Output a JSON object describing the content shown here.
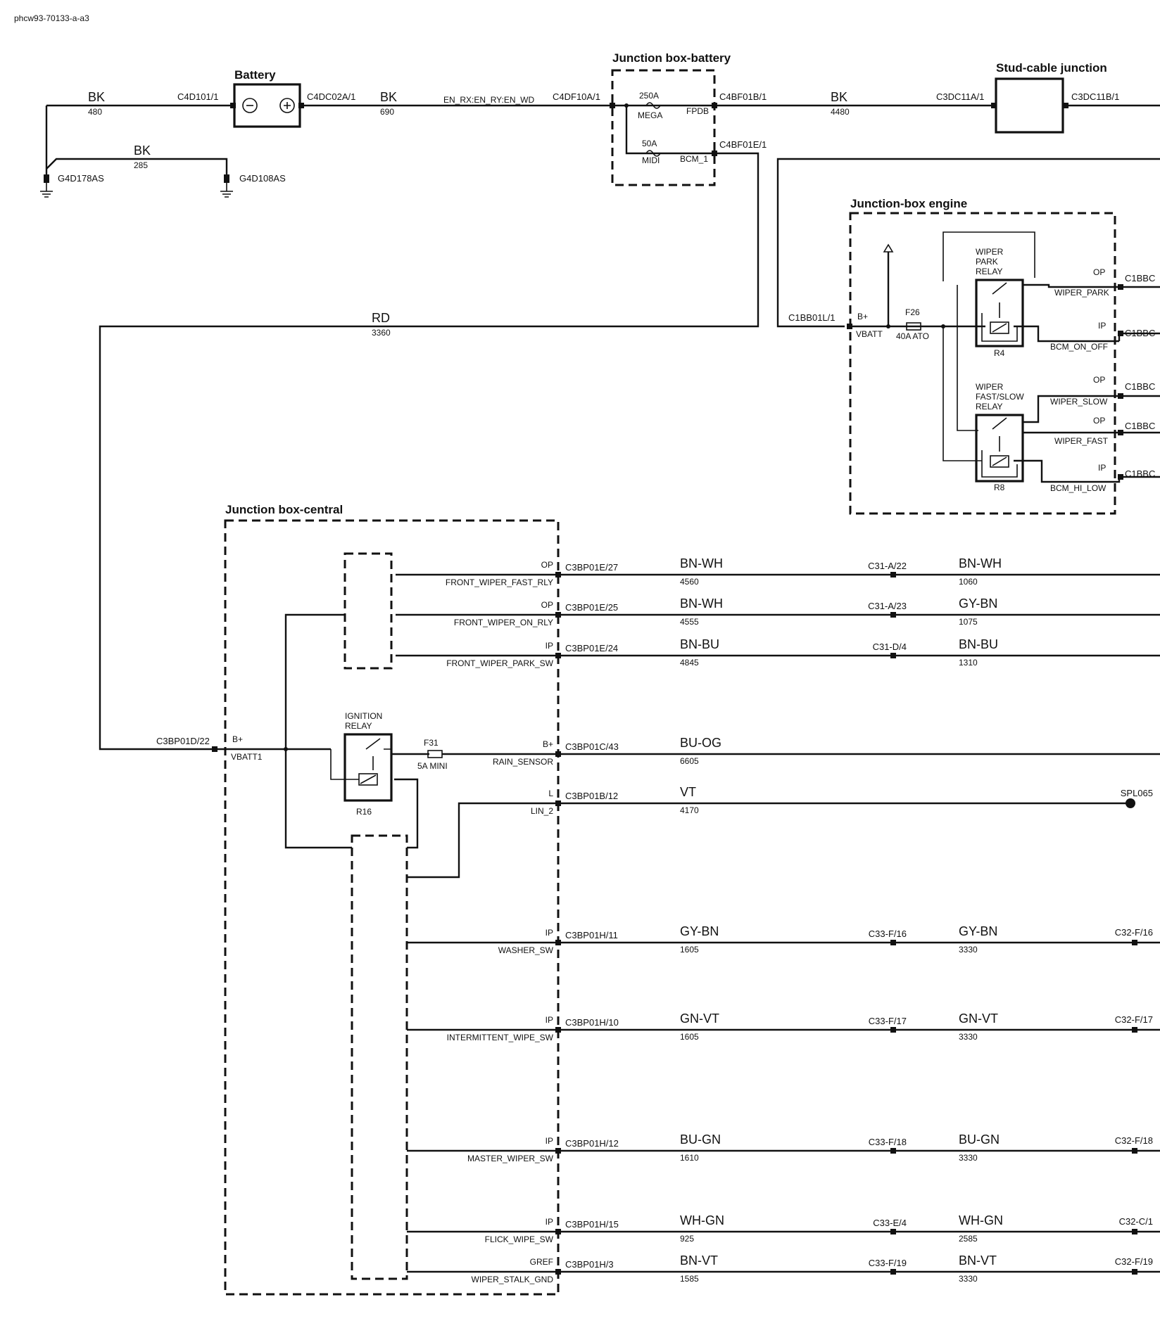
{
  "doc_id": "phcw93-70133-a-a3",
  "titles": {
    "battery": "Battery",
    "jb_battery": "Junction box-battery",
    "stud": "Stud-cable junction",
    "jb_engine": "Junction-box engine",
    "jb_central": "Junction box-central"
  },
  "top": {
    "w480_color": "BK",
    "w480_num": "480",
    "c4d101": "C4D101/1",
    "c4dc02a": "C4DC02A/1",
    "w690_color": "BK",
    "w690_num": "690",
    "en_rx": "EN_RX:EN_RY:EN_WD",
    "c4df10a": "C4DF10A/1",
    "fuse250_val": "250A",
    "fuse250_type": "MEGA",
    "fpdb": "FPDB",
    "fuse50_val": "50A",
    "fuse50_type": "MIDI",
    "bcm1": "BCM_1",
    "c4bf01b": "C4BF01B/1",
    "c4bf01e": "C4BF01E/1",
    "w4480_color": "BK",
    "w4480_num": "4480",
    "c3dc11a": "C3DC11A/1",
    "c3dc11b": "C3DC11B/1",
    "w285_color": "BK",
    "w285_num": "285",
    "g4d178": "G4D178AS",
    "g4d108": "G4D108AS",
    "w3360_color": "RD",
    "w3360_num": "3360"
  },
  "engine": {
    "c1bb01l": "C1BB01L/1",
    "bplus": "B+",
    "vbatt": "VBATT",
    "f26": "F26",
    "f26_val": "40A ATO",
    "park_relay_line1": "WIPER",
    "park_relay_line2": "PARK",
    "park_relay_line3": "RELAY",
    "r4": "R4",
    "fs_relay_line1": "WIPER",
    "fs_relay_line2": "FAST/SLOW",
    "fs_relay_line3": "RELAY",
    "r8": "R8",
    "pins": [
      {
        "dir": "OP",
        "signal": "WIPER_PARK",
        "conn": "C1BBC"
      },
      {
        "dir": "IP",
        "signal": "BCM_ON_OFF",
        "conn": "C1BBC"
      },
      {
        "dir": "OP",
        "signal": "WIPER_SLOW",
        "conn": "C1BBC"
      },
      {
        "dir": "OP",
        "signal": "WIPER_FAST",
        "conn": "C1BBC"
      },
      {
        "dir": "IP",
        "signal": "BCM_HI_LOW",
        "conn": "C1BBC"
      }
    ]
  },
  "central": {
    "c3bp01d": "C3BP01D/22",
    "bplus": "B+",
    "vbatt1": "VBATT1",
    "ign_line1": "IGNITION",
    "ign_line2": "RELAY",
    "r16": "R16",
    "f31": "F31",
    "f31_val": "5A MINI",
    "spl": "SPL065",
    "rows": [
      {
        "dir": "OP",
        "signal": "FRONT_WIPER_FAST_RLY",
        "conn": "C3BP01E/27",
        "c1": "BN-WH",
        "n1": "4560",
        "inline": "C31-A/22",
        "c2": "BN-WH",
        "n2": "1060",
        "end": ""
      },
      {
        "dir": "OP",
        "signal": "FRONT_WIPER_ON_RLY",
        "conn": "C3BP01E/25",
        "c1": "BN-WH",
        "n1": "4555",
        "inline": "C31-A/23",
        "c2": "GY-BN",
        "n2": "1075",
        "end": ""
      },
      {
        "dir": "IP",
        "signal": "FRONT_WIPER_PARK_SW",
        "conn": "C3BP01E/24",
        "c1": "BN-BU",
        "n1": "4845",
        "inline": "C31-D/4",
        "c2": "BN-BU",
        "n2": "1310",
        "end": ""
      },
      {
        "dir": "B+",
        "signal": "RAIN_SENSOR",
        "conn": "C3BP01C/43",
        "c1": "BU-OG",
        "n1": "6605",
        "inline": "",
        "c2": "",
        "n2": "",
        "end": ""
      },
      {
        "dir": "L",
        "signal": "LIN_2",
        "conn": "C3BP01B/12",
        "c1": "VT",
        "n1": "4170",
        "inline": "",
        "c2": "",
        "n2": "",
        "end": "SPL065"
      },
      {
        "dir": "IP",
        "signal": "WASHER_SW",
        "conn": "C3BP01H/11",
        "c1": "GY-BN",
        "n1": "1605",
        "inline": "C33-F/16",
        "c2": "GY-BN",
        "n2": "3330",
        "end": "C32-F/16"
      },
      {
        "dir": "IP",
        "signal": "INTERMITTENT_WIPE_SW",
        "conn": "C3BP01H/10",
        "c1": "GN-VT",
        "n1": "1605",
        "inline": "C33-F/17",
        "c2": "GN-VT",
        "n2": "3330",
        "end": "C32-F/17"
      },
      {
        "dir": "IP",
        "signal": "MASTER_WIPER_SW",
        "conn": "C3BP01H/12",
        "c1": "BU-GN",
        "n1": "1610",
        "inline": "C33-F/18",
        "c2": "BU-GN",
        "n2": "3330",
        "end": "C32-F/18"
      },
      {
        "dir": "IP",
        "signal": "FLICK_WIPE_SW",
        "conn": "C3BP01H/15",
        "c1": "WH-GN",
        "n1": "925",
        "inline": "C33-E/4",
        "c2": "WH-GN",
        "n2": "2585",
        "end": "C32-C/1"
      },
      {
        "dir": "GREF",
        "signal": "WIPER_STALK_GND",
        "conn": "C3BP01H/3",
        "c1": "BN-VT",
        "n1": "1585",
        "inline": "C33-F/19",
        "c2": "BN-VT",
        "n2": "3330",
        "end": "C32-F/19"
      }
    ]
  }
}
